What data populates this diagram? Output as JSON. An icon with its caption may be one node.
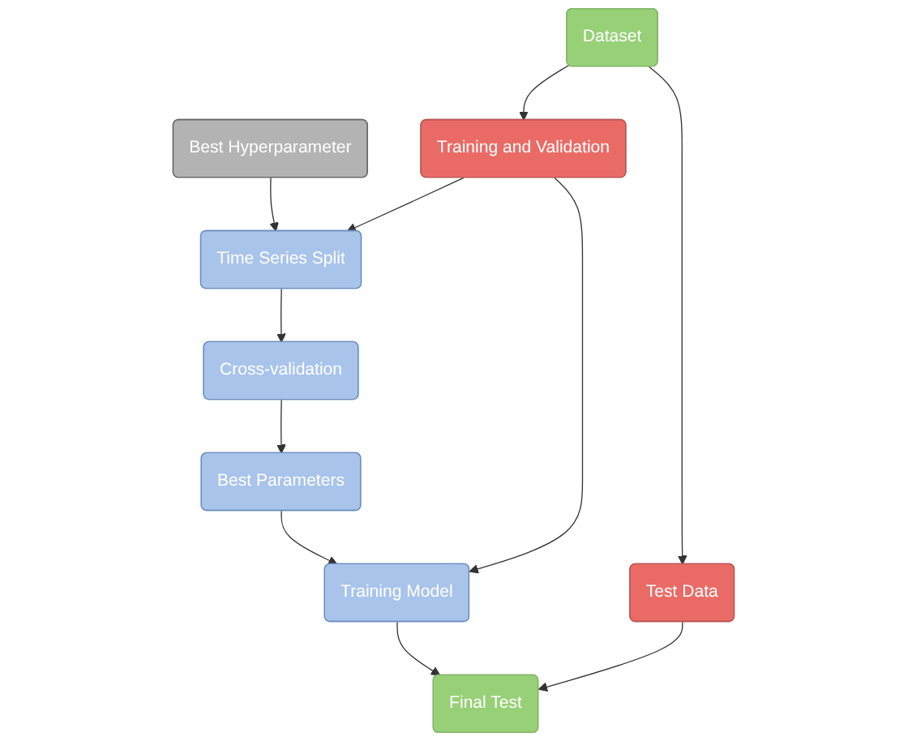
{
  "diagram": {
    "nodes": [
      {
        "text": [
          "Best Hyperparameter"
        ]
      },
      {
        "text": [
          "Dataset"
        ]
      },
      {
        "text": [
          "Time Series Split"
        ]
      },
      {
        "text": [
          "Training and Validation"
        ]
      },
      {
        "text": [
          "Test Data"
        ]
      },
      {
        "text": [
          "Cross-validation"
        ]
      },
      {
        "text": [
          "Best Parameters"
        ]
      },
      {
        "text": [
          "Training Model"
        ]
      },
      {
        "text": [
          "Final Test"
        ]
      }
    ],
    "edges": [
      {
        "from": 0,
        "to": 2,
        "arrow": "to"
      },
      {
        "from": 1,
        "to": 3,
        "arrow": "to"
      },
      {
        "from": 1,
        "to": 4,
        "arrow": "to"
      },
      {
        "from": 3,
        "to": 2,
        "arrow": "to"
      },
      {
        "from": 2,
        "to": 5,
        "arrow": "to"
      },
      {
        "from": 5,
        "to": 6,
        "arrow": "to"
      },
      {
        "from": 6,
        "to": 7,
        "arrow": "to"
      },
      {
        "from": 3,
        "to": 7,
        "arrow": "to"
      },
      {
        "from": 7,
        "to": 8,
        "arrow": "to"
      },
      {
        "from": 4,
        "to": 8,
        "arrow": "to"
      }
    ]
  }
}
